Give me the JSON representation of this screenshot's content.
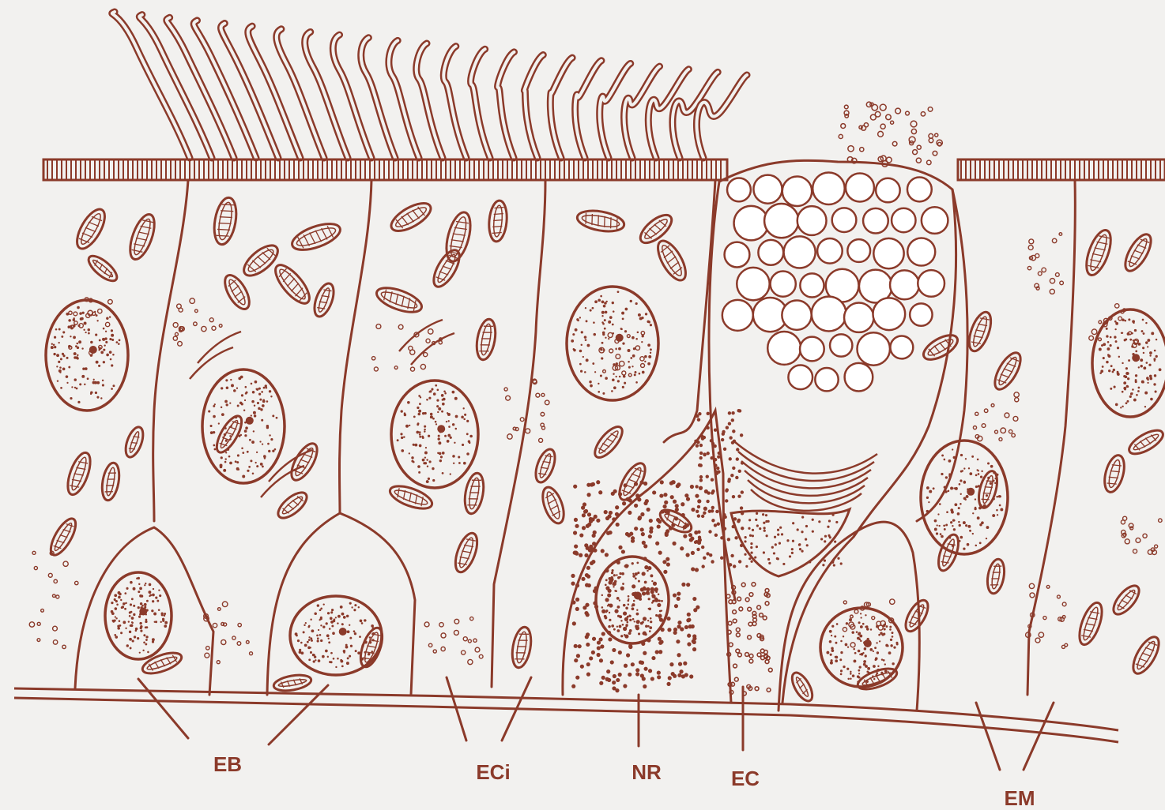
{
  "colors": {
    "ink": "#8b3a2a",
    "background": "#f2f1ef",
    "vacuole": "#ffffff"
  },
  "labels": {
    "eb": "EB",
    "eci": "ECi",
    "nr": "NR",
    "ec": "EC",
    "em": "EM"
  }
}
